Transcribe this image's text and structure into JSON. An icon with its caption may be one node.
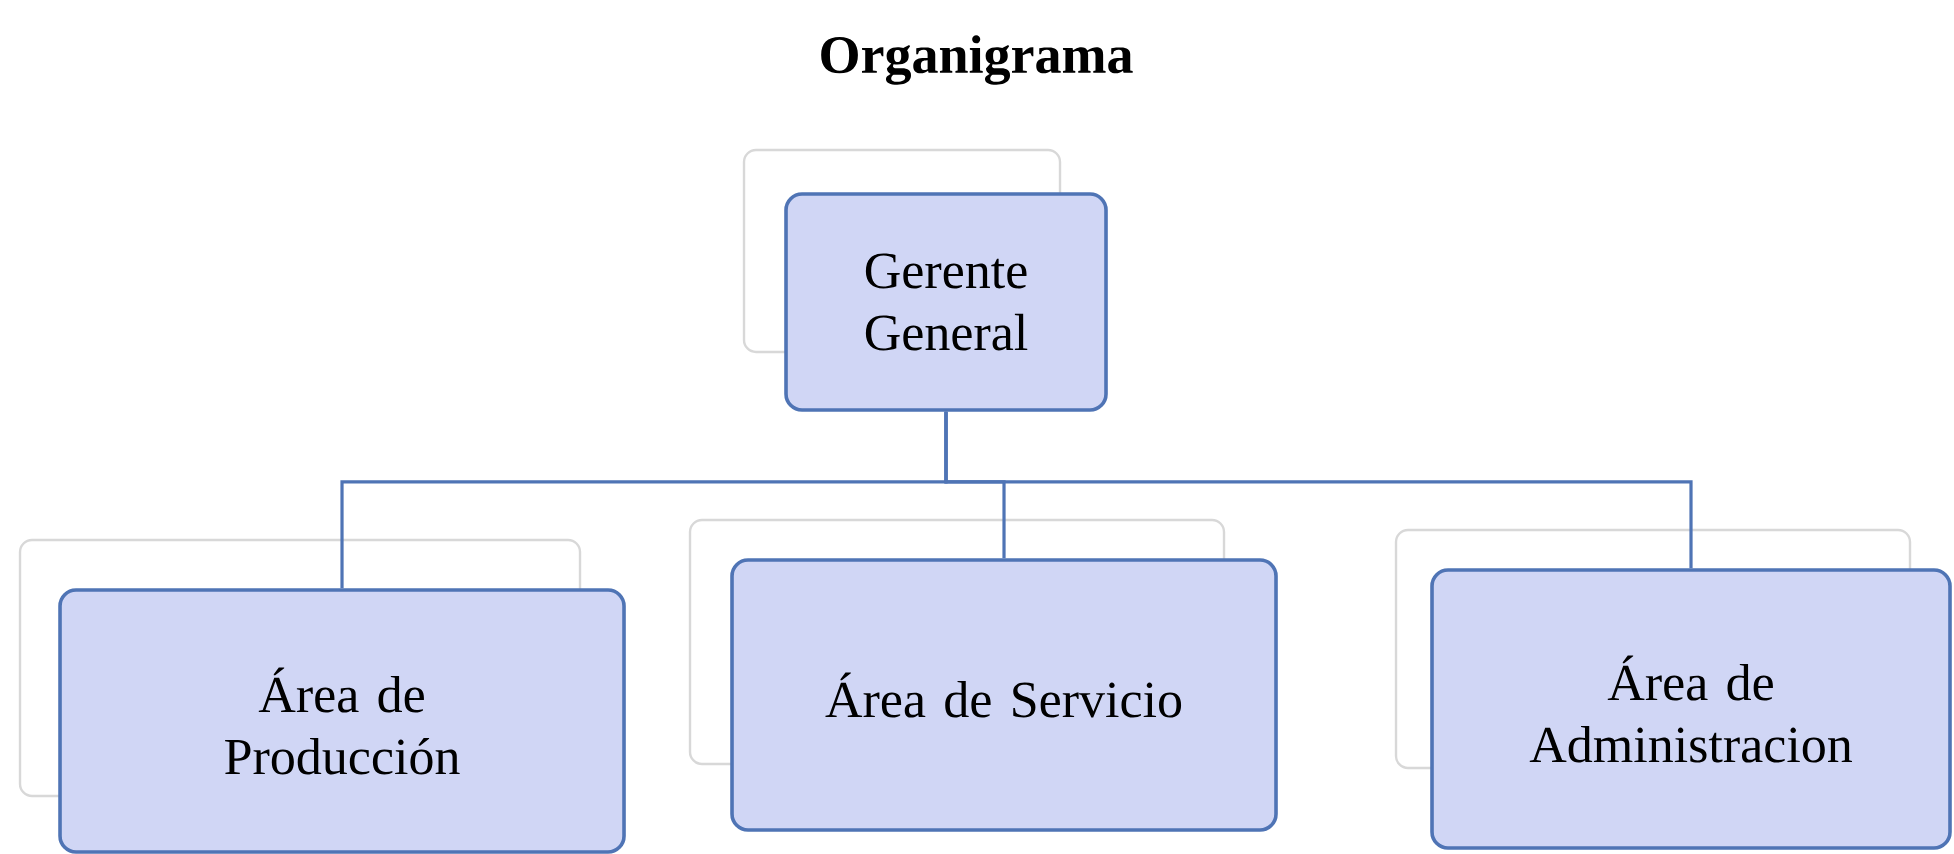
{
  "diagram": {
    "title": "Organigrama",
    "nodes": [
      {
        "text": [
          "Gerente General"
        ]
      },
      {
        "text": [
          "Área de Producción"
        ]
      },
      {
        "text": [
          "Área de Servicio"
        ]
      },
      {
        "text": [
          "Área de Administracion"
        ]
      }
    ],
    "edges": [
      {
        "from": 0,
        "to": 1,
        "arrow": "none"
      },
      {
        "from": 0,
        "to": 2,
        "arrow": "none"
      },
      {
        "from": 0,
        "to": 3,
        "arrow": "none"
      }
    ]
  }
}
